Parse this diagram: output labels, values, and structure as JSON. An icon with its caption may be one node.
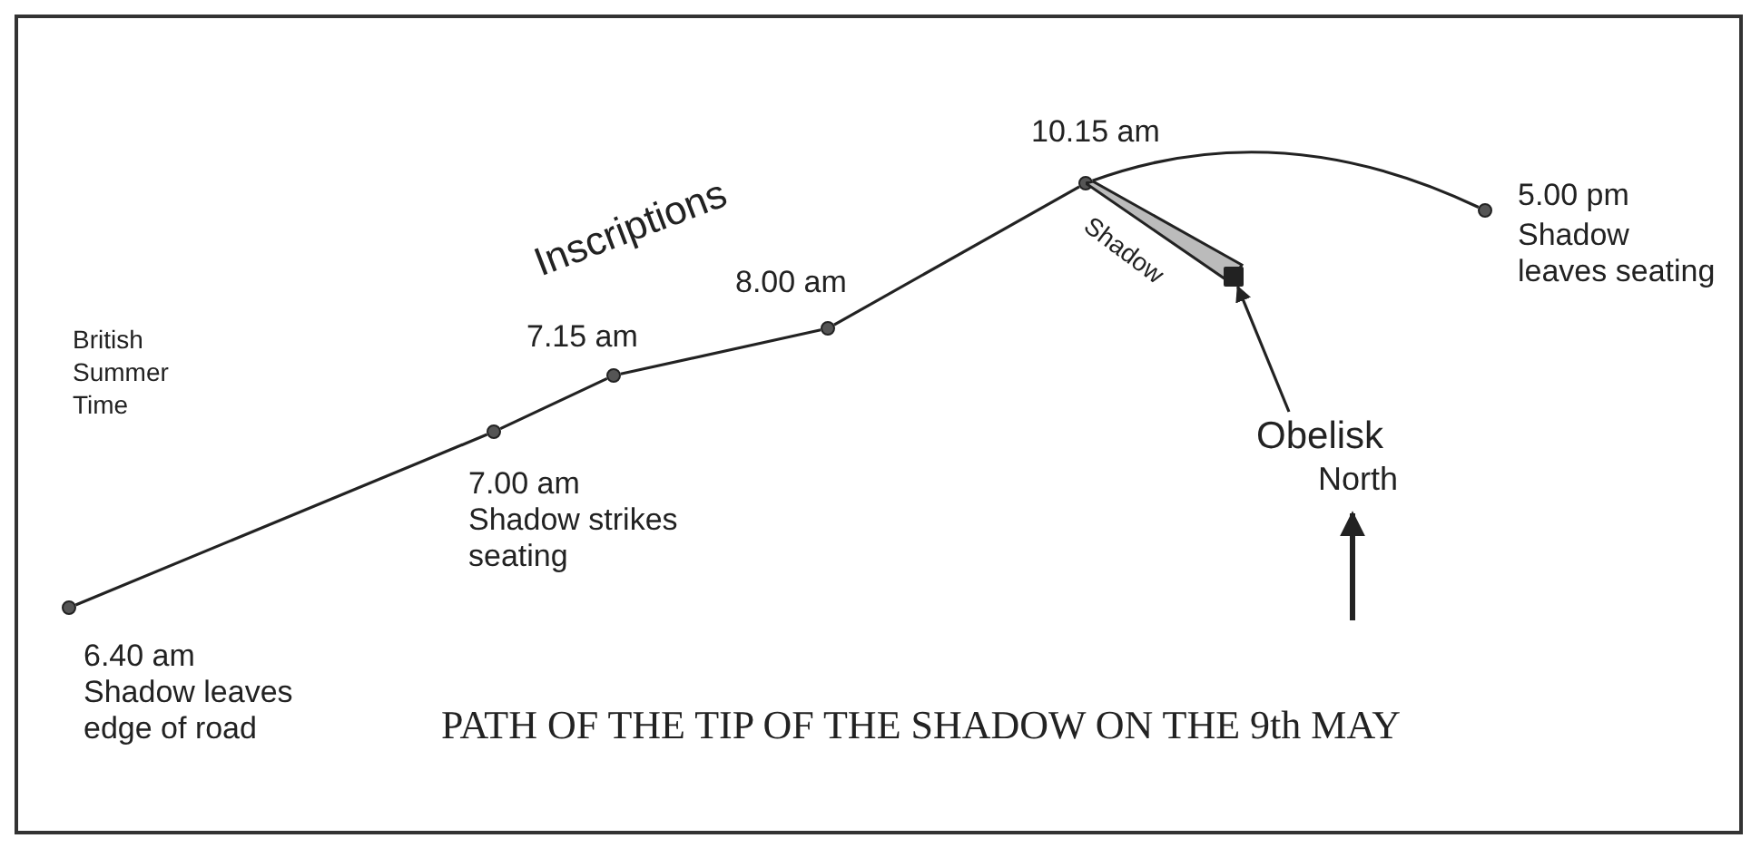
{
  "diagram": {
    "caption": "PATH OF THE TIP OF THE SHADOW ON THE 9th MAY",
    "nodes": [
      {
        "text": [],
        "shape": "circle",
        "beside": [
          "6.40 am",
          "Shadow leaves edge of road"
        ]
      },
      {
        "text": [],
        "shape": "circle",
        "beside": [
          "7.00 am",
          "Shadow strikes seating"
        ]
      },
      {
        "text": [],
        "shape": "circle",
        "beside": [
          "7.15 am"
        ]
      },
      {
        "text": [],
        "shape": "circle",
        "beside": [
          "8.00 am"
        ]
      },
      {
        "text": [],
        "shape": "circle",
        "beside": [
          "10.15 am"
        ]
      },
      {
        "text": [],
        "shape": "circle",
        "beside": [
          "5.00 pm",
          "Shadow leaves seating"
        ]
      },
      {
        "text": [
          "Shadow"
        ]
      },
      {
        "text": [],
        "shape": "box"
      },
      {
        "text": [
          "Obelisk"
        ]
      }
    ],
    "edges": [
      {
        "from": 0,
        "to": 1,
        "arrow": "none"
      },
      {
        "from": 1,
        "to": 2,
        "arrow": "none"
      },
      {
        "from": 2,
        "to": 3,
        "arrow": "none"
      },
      {
        "from": 3,
        "to": 4,
        "arrow": "none"
      },
      {
        "from": 4,
        "to": 5,
        "arrow": "none"
      },
      {
        "from": 8,
        "to": 7,
        "arrow": "to"
      }
    ],
    "labels": [
      "Inscriptions",
      "British Summer Time",
      "North"
    ]
  }
}
